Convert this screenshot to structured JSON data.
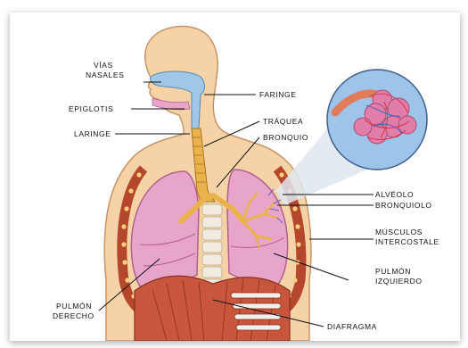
{
  "labels": {
    "vias_nasales_1": "VÍAS",
    "vias_nasales_2": "NASALES",
    "faringe": "FARINGE",
    "epiglotis": "EPIGLOTIS",
    "laringe": "LARINGE",
    "traquea": "TRÁQUEA",
    "bronquio": "BRONQUIO",
    "alveolo": "ALVÉOLO",
    "bronquiolo": "BRONQUIOLO",
    "musculos_1": "MÚSCULOS",
    "musculos_2": "INTERCOSTALE",
    "pulmon_izq_1": "PULMÓN",
    "pulmon_izq_2": "IZQUIERDO",
    "pulmon_der_1": "PULMÓN",
    "pulmon_der_2": "DERECHO",
    "diafragma": "DIAFRAGMA"
  },
  "colors": {
    "skin": "#f6d3a6",
    "skin_outline": "#c59468",
    "lung": "#e7a6c9",
    "lung_outline": "#b0628c",
    "ribs": "#b5482c",
    "rib_spots": "#f4d27a",
    "trachea": "#e9b24a",
    "airway": "#9ec8e6",
    "diaphragm": "#c8563c",
    "zoom_bg": "#9fc4ea"
  }
}
